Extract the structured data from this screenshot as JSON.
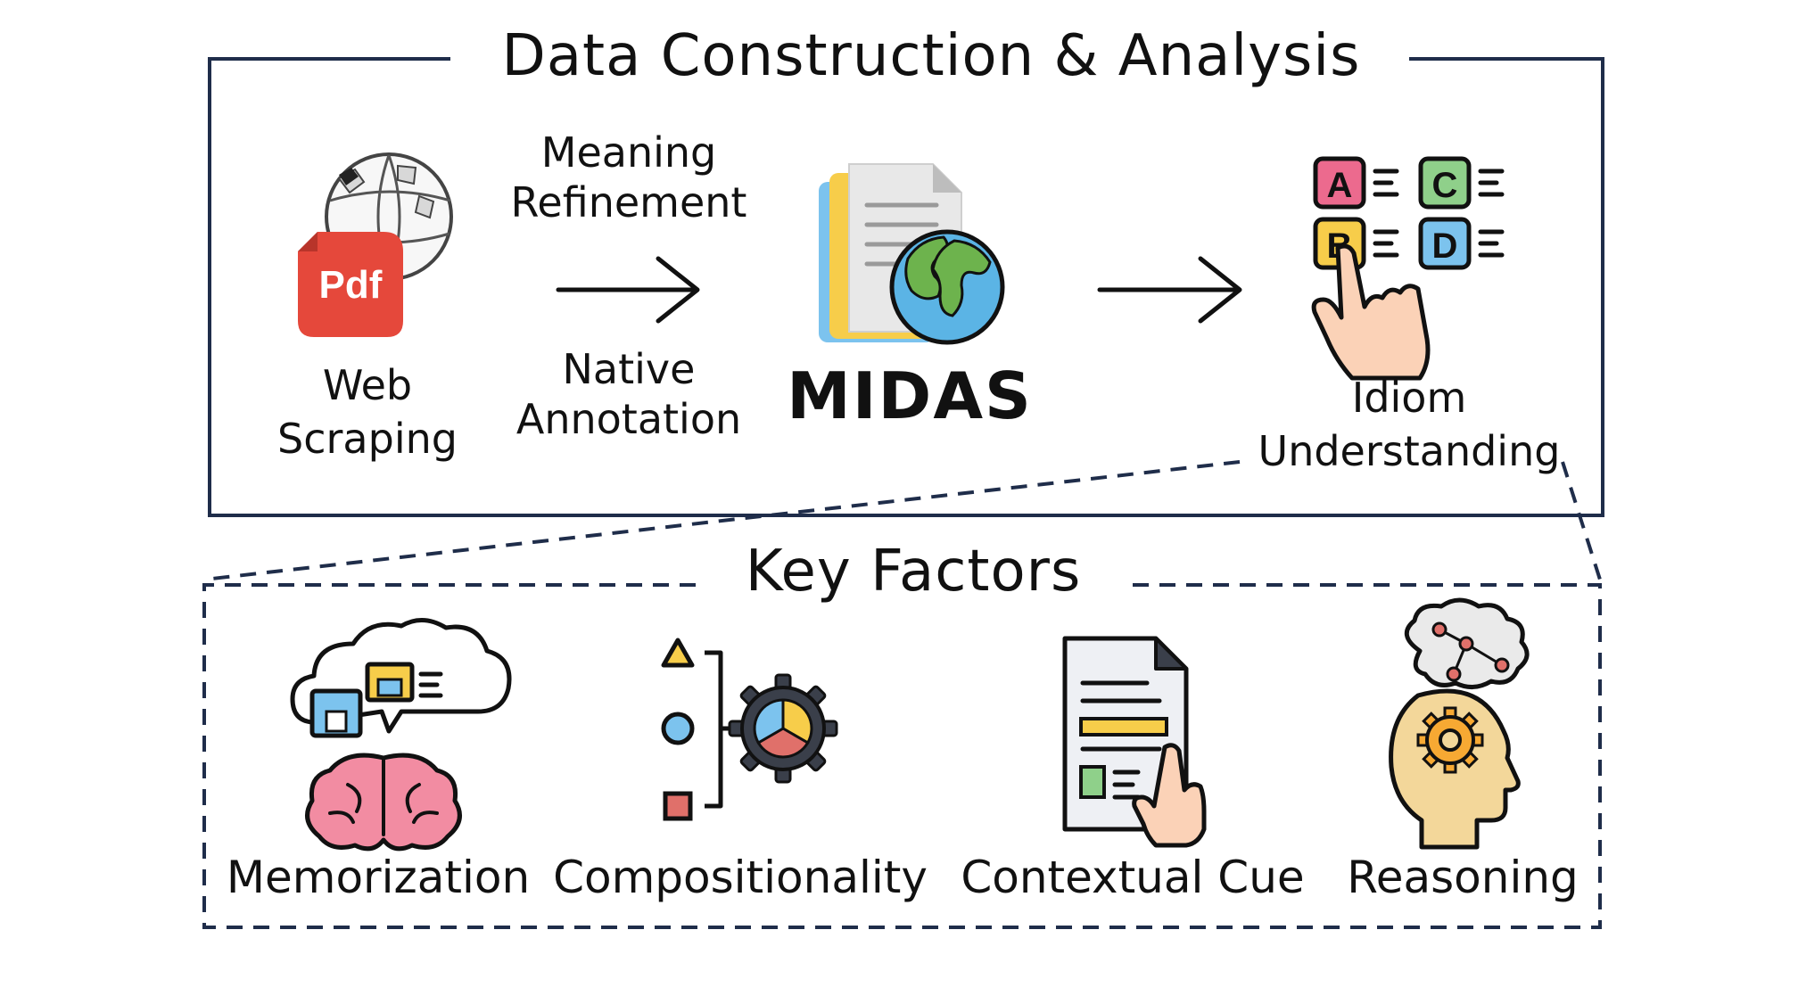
{
  "top_section": {
    "title": "Data Construction & Analysis",
    "web_scraping": {
      "line1": "Web",
      "line2": "Scraping",
      "pdf_text": "Pdf"
    },
    "arrow_top": {
      "line1": "Meaning",
      "line2": "Refinement"
    },
    "arrow_bottom": {
      "line1": "Native",
      "line2": "Annotation"
    },
    "dataset_name": "MIDAS",
    "idiom": {
      "line1": "Idiom",
      "line2": "Understanding"
    },
    "quiz_letters": [
      "A",
      "C",
      "B",
      "D"
    ]
  },
  "bottom_section": {
    "title": "Key Factors",
    "factors": [
      {
        "label": "Memorization",
        "icon": "brain-memory-icon"
      },
      {
        "label": "Compositionality",
        "icon": "shapes-gear-icon"
      },
      {
        "label": "Contextual Cue",
        "icon": "document-touch-icon"
      },
      {
        "label": "Reasoning",
        "icon": "head-gear-icon"
      }
    ]
  },
  "colors": {
    "frame": "#1f2d4a",
    "pdf_red": "#e5483b",
    "quiz_pink": "#ec6a8e",
    "quiz_green": "#8fd08a",
    "quiz_yellow": "#f7cd4a",
    "quiz_blue": "#7cc3ee"
  }
}
